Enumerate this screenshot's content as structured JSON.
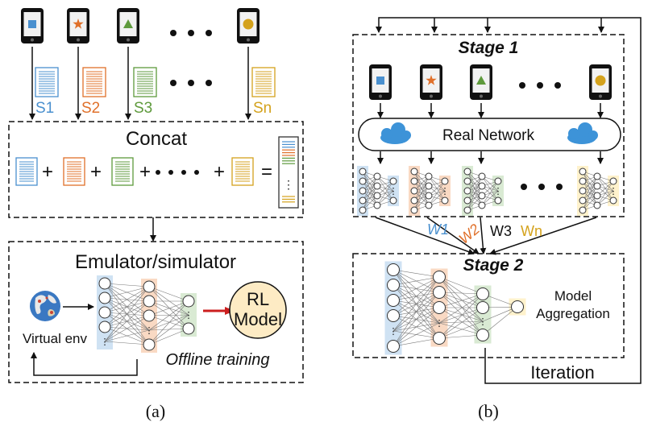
{
  "panel_a": {
    "streams": [
      "S1",
      "S2",
      "S3",
      "Sn"
    ],
    "concat_label": "Concat",
    "plus": "+",
    "equals": "=",
    "emulator_label": "Emulator/simulator",
    "virtual_env_label": "Virtual env",
    "rl_model_line1": "RL",
    "rl_model_line2": "Model",
    "offline_label": "Offline training",
    "caption": "(a)"
  },
  "panel_b": {
    "stage1_label": "Stage 1",
    "network_label": "Real Network",
    "weights": [
      "W1",
      "W2",
      "W3",
      "Wn"
    ],
    "stage2_label": "Stage 2",
    "aggregation_line1": "Model",
    "aggregation_line2": "Aggregation",
    "iteration_label": "Iteration",
    "caption": "(b)"
  },
  "colors": {
    "blue": "#4a90cf",
    "orange": "#e0702a",
    "green": "#5e9a3c",
    "yellow": "#d4a21c",
    "cloud": "#3d93d8",
    "rl_fill": "#fdebc4",
    "arrow_red": "#cc1f1f",
    "blue_band": "#cfe2f3",
    "orange_band": "#f9d9c3",
    "green_band": "#d9ead3",
    "yellow_band": "#fff2cc"
  },
  "icons": {
    "phone_marks": [
      "square-icon",
      "star-icon",
      "triangle-icon",
      "circle-icon"
    ],
    "globe": "globe-icon",
    "cloud": "cloud-icon",
    "document": "document-icon"
  }
}
